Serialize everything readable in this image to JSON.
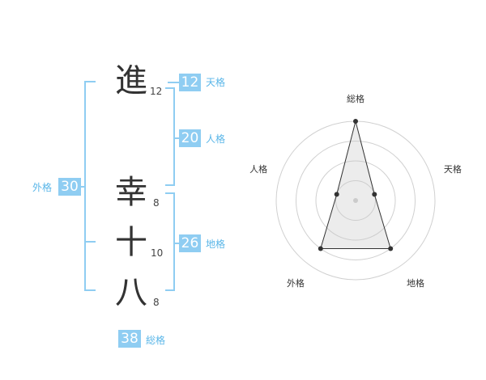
{
  "name": {
    "chars": [
      {
        "char": "進",
        "strokes": "12"
      },
      {
        "char": "幸",
        "strokes": "8"
      },
      {
        "char": "十",
        "strokes": "10"
      },
      {
        "char": "八",
        "strokes": "8"
      }
    ]
  },
  "kakusu": {
    "tenkaku": {
      "value": "12",
      "label": "天格"
    },
    "jinkaku": {
      "value": "20",
      "label": "人格"
    },
    "chikaku": {
      "value": "26",
      "label": "地格"
    },
    "gaikaku": {
      "value": "30",
      "label": "外格"
    },
    "soukaku": {
      "value": "38",
      "label": "総格"
    }
  },
  "colors": {
    "accent": "#8fcdf2",
    "label": "#5ab6e8",
    "text": "#333333"
  },
  "chart_data": {
    "type": "radar",
    "axes": [
      "総格",
      "天格",
      "地格",
      "外格",
      "人格"
    ],
    "rings": 4,
    "values": [
      4,
      1,
      3,
      3,
      1
    ],
    "max": 4,
    "grid": true
  }
}
